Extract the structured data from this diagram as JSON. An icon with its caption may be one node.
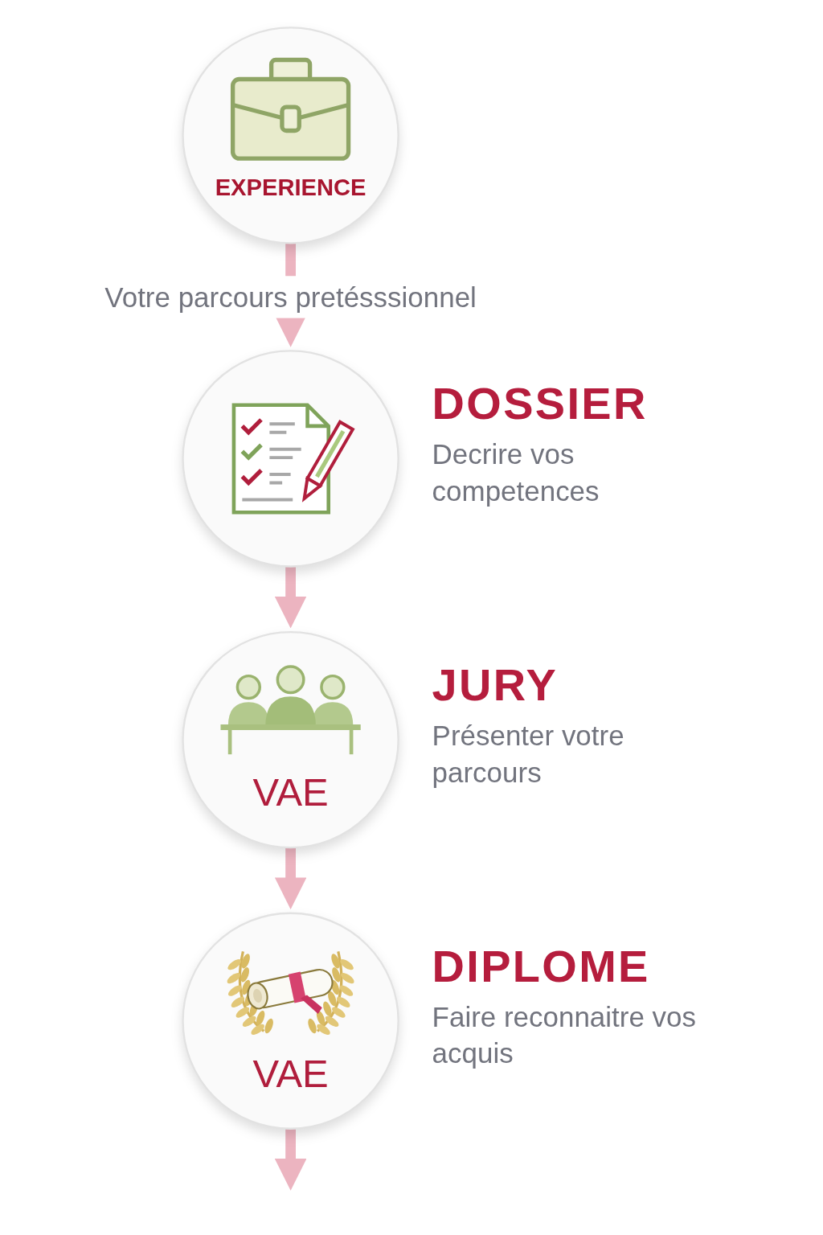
{
  "diagram": {
    "nodes": [
      {
        "text": [
          "EXPERIENCE"
        ]
      },
      {
        "text": [],
        "shape": "circle",
        "beside": [
          "DOSSIER",
          "Decrire vos competences"
        ]
      },
      {
        "text": [
          "VAE"
        ],
        "beside": [
          "JURY",
          "Présenter votre parcours"
        ]
      },
      {
        "text": [
          "VAE"
        ],
        "beside": [
          "DIPLOME",
          "Faire reconnaitre vos acquis"
        ]
      }
    ],
    "edges": [
      {
        "from": 0,
        "to": 1,
        "arrow": "to",
        "label": "Votre parcours pretésssionnel"
      },
      {
        "from": 1,
        "to": 2,
        "arrow": "to"
      },
      {
        "from": 2,
        "to": 3,
        "arrow": "to"
      },
      {
        "from": 3,
        "to": null,
        "arrow": "to"
      }
    ]
  }
}
